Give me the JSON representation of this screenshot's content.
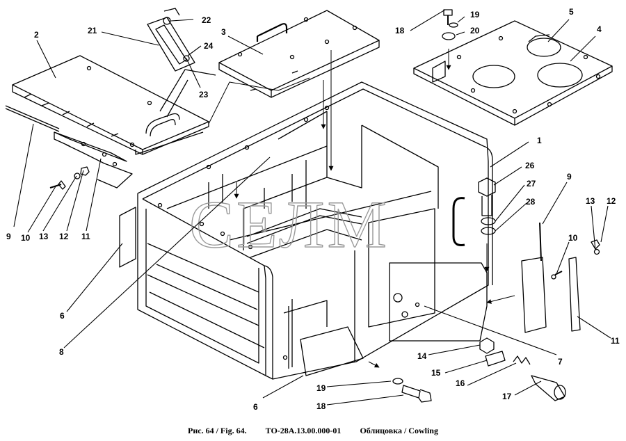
{
  "watermark": "СЕЛМ",
  "caption": {
    "figure": "Рис. 64 / Fig. 64.",
    "code": "ТО-28А.13.00.000-01",
    "title": "Облицовка / Cowling"
  },
  "callouts": [
    {
      "id": "c1",
      "text": "1"
    },
    {
      "id": "c2",
      "text": "2"
    },
    {
      "id": "c3",
      "text": "3"
    },
    {
      "id": "c4",
      "text": "4"
    },
    {
      "id": "c5",
      "text": "5"
    },
    {
      "id": "c6a",
      "text": "6"
    },
    {
      "id": "c6b",
      "text": "6"
    },
    {
      "id": "c7",
      "text": "7"
    },
    {
      "id": "c8",
      "text": "8"
    },
    {
      "id": "c9a",
      "text": "9"
    },
    {
      "id": "c9b",
      "text": "9"
    },
    {
      "id": "c10a",
      "text": "10"
    },
    {
      "id": "c10b",
      "text": "10"
    },
    {
      "id": "c11a",
      "text": "11"
    },
    {
      "id": "c11b",
      "text": "11"
    },
    {
      "id": "c12a",
      "text": "12"
    },
    {
      "id": "c12b",
      "text": "12"
    },
    {
      "id": "c13a",
      "text": "13"
    },
    {
      "id": "c13b",
      "text": "13"
    },
    {
      "id": "c14",
      "text": "14"
    },
    {
      "id": "c15",
      "text": "15"
    },
    {
      "id": "c16",
      "text": "16"
    },
    {
      "id": "c17",
      "text": "17"
    },
    {
      "id": "c18a",
      "text": "18"
    },
    {
      "id": "c18b",
      "text": "18"
    },
    {
      "id": "c19a",
      "text": "19"
    },
    {
      "id": "c19b",
      "text": "19"
    },
    {
      "id": "c20",
      "text": "20"
    },
    {
      "id": "c21",
      "text": "21"
    },
    {
      "id": "c22",
      "text": "22"
    },
    {
      "id": "c23",
      "text": "23"
    },
    {
      "id": "c24",
      "text": "24"
    },
    {
      "id": "c26",
      "text": "26"
    },
    {
      "id": "c27",
      "text": "27"
    },
    {
      "id": "c28",
      "text": "28"
    }
  ]
}
